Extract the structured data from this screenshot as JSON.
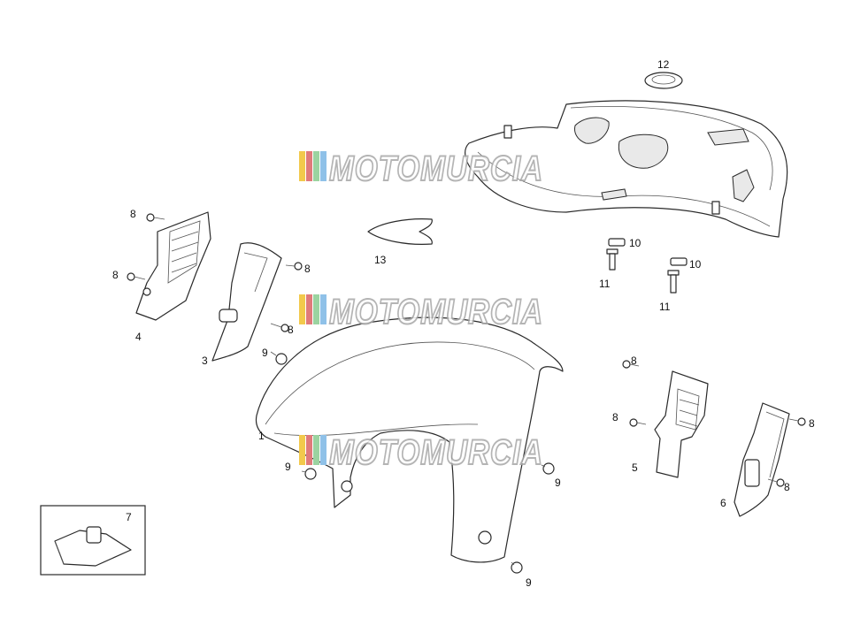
{
  "watermark": {
    "text": "MOTOMURCIA",
    "colors": [
      "#f2c94c",
      "#e07a7a",
      "#9bd3a0",
      "#8fc1e8"
    ]
  },
  "callouts": [
    {
      "id": "c1",
      "text": "1"
    },
    {
      "id": "c3",
      "text": "3"
    },
    {
      "id": "c4",
      "text": "4"
    },
    {
      "id": "c5",
      "text": "5"
    },
    {
      "id": "c6",
      "text": "6"
    },
    {
      "id": "c7",
      "text": "7"
    },
    {
      "id": "c8a",
      "text": "8"
    },
    {
      "id": "c8b",
      "text": "8"
    },
    {
      "id": "c8c",
      "text": "8"
    },
    {
      "id": "c8d",
      "text": "8"
    },
    {
      "id": "c8e",
      "text": "8"
    },
    {
      "id": "c8f",
      "text": "8"
    },
    {
      "id": "c8g",
      "text": "8"
    },
    {
      "id": "c8h",
      "text": "8"
    },
    {
      "id": "c9a",
      "text": "9"
    },
    {
      "id": "c9b",
      "text": "9"
    },
    {
      "id": "c9c",
      "text": "9"
    },
    {
      "id": "c9d",
      "text": "9"
    },
    {
      "id": "c10a",
      "text": "10"
    },
    {
      "id": "c10b",
      "text": "10"
    },
    {
      "id": "c11a",
      "text": "11"
    },
    {
      "id": "c11b",
      "text": "11"
    },
    {
      "id": "c12",
      "text": "12"
    },
    {
      "id": "c13",
      "text": "13"
    }
  ]
}
